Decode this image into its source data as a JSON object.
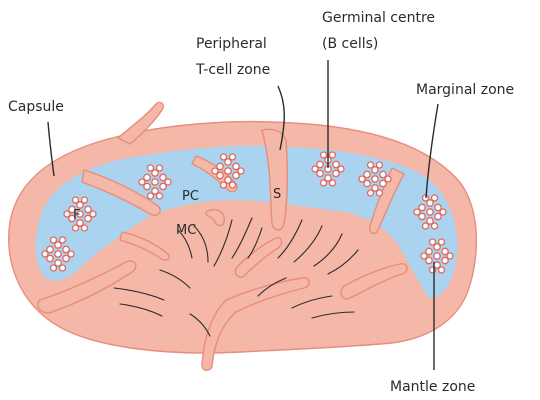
{
  "labels": {
    "capsule": "Capsule",
    "peripheral_line1": "Peripheral",
    "peripheral_line2": "T-cell zone",
    "germinal_line1": "Germinal centre",
    "germinal_line2": "(B cells)",
    "marginal": "Marginal zone",
    "mantle": "Mantle zone",
    "pc": "PC",
    "mc": "MC",
    "s": "S",
    "f": "F"
  },
  "colors": {
    "tissue": "#f5b7a8",
    "tissue_outline": "#e78d7b",
    "cortex": "#a9d3ef",
    "follicle_outline": "#e06a62",
    "text": "#2b2b2b"
  }
}
